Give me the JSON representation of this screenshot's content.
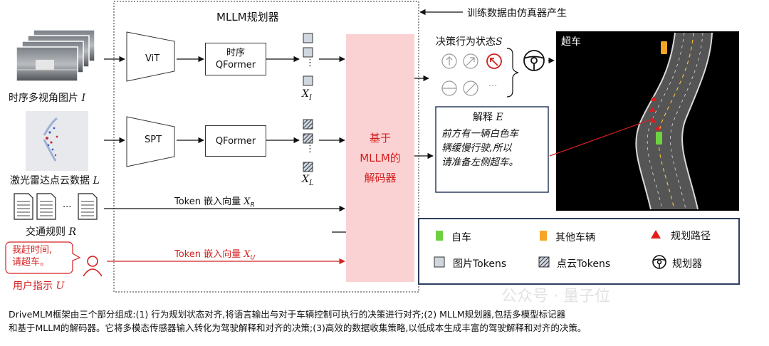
{
  "planner": {
    "title": "MLLM规划器"
  },
  "sim_note": "训练数据由仿真器产生",
  "inputs": {
    "images_label": "时序多视角图片",
    "images_var": "I",
    "lidar_label": "激光雷达点云数据",
    "lidar_var": "L",
    "rules_label": "交通规则",
    "rules_var": "R",
    "rules_ellipsis": "···",
    "user_bubble_line1": "我赶时间,",
    "user_bubble_line2": "请超车。",
    "user_label": "用户指示",
    "user_var": "U"
  },
  "encoders": {
    "vit": "ViT",
    "spt": "SPT",
    "qformer_temporal_line1": "时序",
    "qformer_temporal_line2": "QFormer",
    "qformer": "QFormer",
    "xi": "X",
    "xi_sub": "I",
    "xl": "X",
    "xl_sub": "L",
    "dots": "⋮"
  },
  "tokens": {
    "rule_token": "Token 嵌入向量",
    "rule_var": "X",
    "rule_sub": "R",
    "user_token": "Token 嵌入向量",
    "user_var": "X",
    "user_sub": "U"
  },
  "decoder": {
    "line1": "基于",
    "line2": "MLLM的",
    "line3": "解码器"
  },
  "decision": {
    "label": "决策行为状态",
    "var": "S",
    "ellipsis": "···"
  },
  "explain": {
    "title": "解释",
    "var": "E",
    "line1": "前方有一辆白色车",
    "line2": "辆缓慢行驶,所以",
    "line3": "请准备左侧超车。"
  },
  "scene": {
    "title": "超车"
  },
  "legend": {
    "ego": "自车",
    "other": "其他车辆",
    "route": "规划路径",
    "image_tokens": "图片Tokens",
    "lidar_tokens": "点云Tokens",
    "planner": "规划器"
  },
  "colors": {
    "ego": "#6ed240",
    "other": "#f5a623",
    "route": "#e31b1b",
    "decoder_bg": "#fbd2d4",
    "user_red": "#d42020"
  },
  "caption": {
    "line1": "DriveMLM框架由三个部分组成:(1) 行为规划状态对齐,将语言输出与对于车辆控制可执行的决策进行对齐;(2) MLLM规划器,包括多模型标记器",
    "line2": "和基于MLLM的解码器。它将多模态传感器输入转化为驾驶解释和对齐的决策;(3)高效的数据收集策略,以低成本生成丰富的驾驶解释和对齐的决策。"
  },
  "watermark": "公众号 · 量子位"
}
